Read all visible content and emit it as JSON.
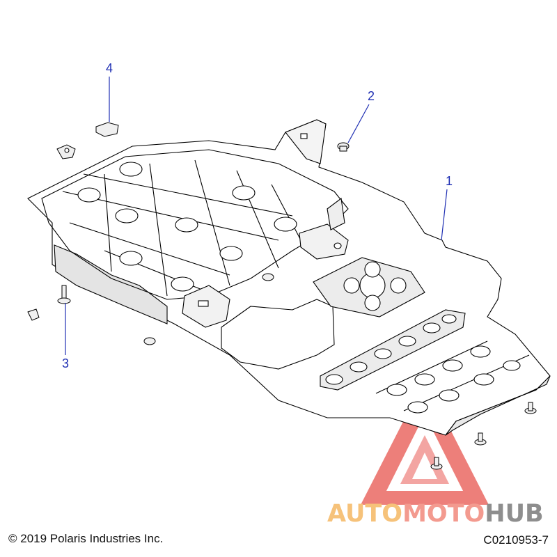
{
  "callouts": [
    {
      "id": "1",
      "label": "1"
    },
    {
      "id": "2",
      "label": "2"
    },
    {
      "id": "3",
      "label": "3"
    },
    {
      "id": "4",
      "label": "4"
    }
  ],
  "footer": {
    "copyright": "© 2019 Polaris Industries Inc.",
    "diagram_code": "C0210953-7"
  },
  "watermark": {
    "part1": "AUTO",
    "part2": "MOTO",
    "part3": "HUB",
    "colors": {
      "auto": "#f6c27a",
      "moto": "#f39a8f",
      "hub": "#8e8e8e",
      "triangle": "#e8554e"
    }
  },
  "colors": {
    "callout": "#1f2fb3",
    "line": "#000000"
  }
}
